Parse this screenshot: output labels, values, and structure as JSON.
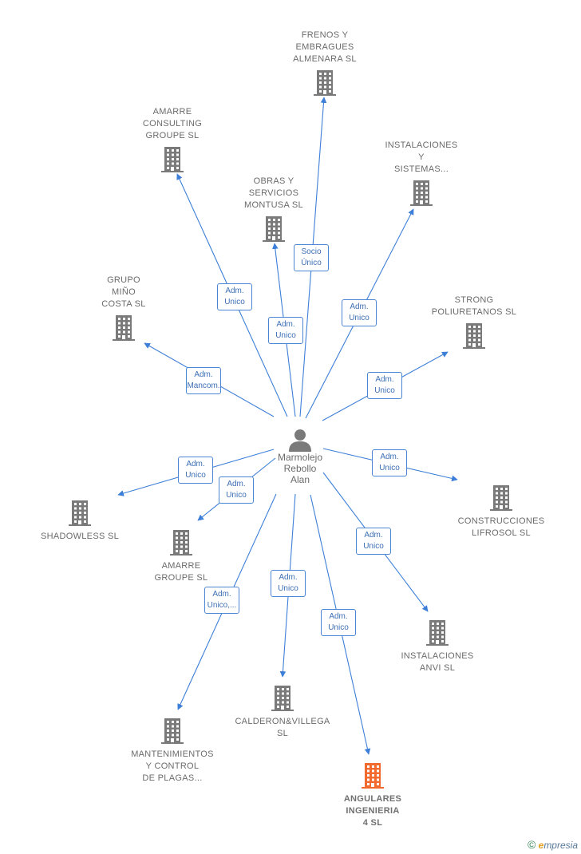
{
  "center": {
    "name": "Marmolejo\nRebollo\nAlan",
    "icon": "person-icon"
  },
  "companies": [
    {
      "id": "frenos",
      "name": "FRENOS Y\nEMBRAGUES\nALMENARA SL",
      "role": "Socio\nÚnico",
      "highlight": false
    },
    {
      "id": "amarre-consulting",
      "name": "AMARRE\nCONSULTING\nGROUPE SL",
      "role": "Adm.\nUnico",
      "highlight": false
    },
    {
      "id": "obras",
      "name": "OBRAS Y\nSERVICIOS\nMONTUSA  SL",
      "role": "Adm.\nUnico",
      "highlight": false
    },
    {
      "id": "instalaciones-sistemas",
      "name": "INSTALACIONES\nY\nSISTEMAS...",
      "role": "Adm.\nUnico",
      "highlight": false
    },
    {
      "id": "grupo-mino",
      "name": "GRUPO\nMIÑO\nCOSTA SL",
      "role": "Adm.\nMancom.",
      "highlight": false
    },
    {
      "id": "strong",
      "name": "STRONG\nPOLIURETANOS SL",
      "role": "Adm.\nUnico",
      "highlight": false
    },
    {
      "id": "shadowless",
      "name": "SHADOWLESS SL",
      "role": "Adm.\nUnico",
      "highlight": false
    },
    {
      "id": "amarre-groupe",
      "name": "AMARRE\nGROUPE  SL",
      "role": "Adm.\nUnico",
      "highlight": false
    },
    {
      "id": "construcciones",
      "name": "CONSTRUCCIONES\nLIFROSOL  SL",
      "role": "Adm.\nUnico",
      "highlight": false
    },
    {
      "id": "instalaciones-anvi",
      "name": "INSTALACIONES\nANVI SL",
      "role": "Adm.\nUnico",
      "highlight": false
    },
    {
      "id": "mantenimientos",
      "name": "MANTENIMIENTOS\nY CONTROL\nDE PLAGAS...",
      "role": "Adm.\nUnico,...",
      "highlight": false
    },
    {
      "id": "calderon",
      "name": "CALDERON&VILLEGA\nSL",
      "role": "Adm.\nUnico",
      "highlight": false
    },
    {
      "id": "angulares",
      "name": "ANGULARES\nINGENIERIA\n4  SL",
      "role": "Adm.\nUnico",
      "highlight": true
    }
  ],
  "colors": {
    "edge": "#3d7fd8",
    "building": "#7a7a7a",
    "building_highlight": "#f26a2e"
  },
  "brand": {
    "copyright": "©",
    "initial": "e",
    "rest": "mpresia"
  }
}
